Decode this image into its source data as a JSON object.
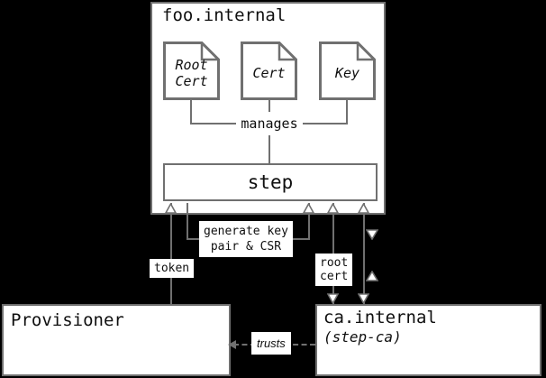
{
  "diagram": {
    "colors": {
      "background": "#000000",
      "box_fill": "#ffffff",
      "line": "#707070",
      "text": "#0f0f0f"
    },
    "foo_box": {
      "title": "foo.internal",
      "documents": [
        {
          "label": "Root\nCert"
        },
        {
          "label": "Cert"
        },
        {
          "label": "Key"
        }
      ],
      "manages_label": "manages",
      "step_label": "step"
    },
    "edges": {
      "token_label": "token",
      "generate_label": "generate key\npair & CSR",
      "root_cert_label": "root\ncert",
      "trusts_label": "trusts"
    },
    "provisioner_box": {
      "title": "Provisioner"
    },
    "ca_box": {
      "title": "ca.internal",
      "subtitle": "(step-ca)"
    },
    "icons": {
      "document": "page-with-folded-corner",
      "arrow_up": "triangle-up-outline",
      "arrow_down": "triangle-down-outline",
      "arrow_left": "triangle-left-solid"
    }
  }
}
